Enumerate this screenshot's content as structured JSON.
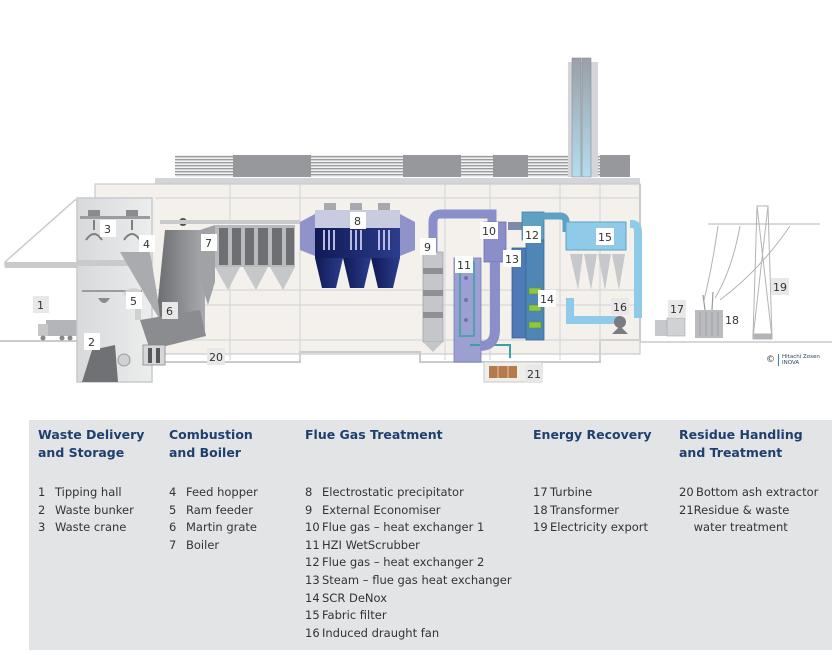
{
  "diagram": {
    "title": "Waste-to-energy plant cross-section",
    "callouts": [
      "1",
      "2",
      "3",
      "4",
      "5",
      "6",
      "7",
      "8",
      "9",
      "10",
      "11",
      "12",
      "13",
      "14",
      "15",
      "16",
      "17",
      "18",
      "19",
      "20",
      "21"
    ],
    "copyright": {
      "symbol": "©",
      "brand_line1": "Hitachi Zosen",
      "brand_line2": "INOVA"
    },
    "colors": {
      "heading": "#1f3f6e",
      "legend_bg": "#e3e4e6",
      "esp_dark": "#1d2a6b",
      "scrubber": "#8a8fc9",
      "heat_exchanger": "#4e86b5",
      "fabric_filter": "#8fcbe8",
      "denox_green": "#8dc63f",
      "residue_brown": "#b57a4c"
    }
  },
  "legend": {
    "columns": [
      {
        "heading_line1": "Waste Delivery",
        "heading_line2": "and Storage",
        "items": [
          {
            "num": "1",
            "label": "Tipping hall"
          },
          {
            "num": "2",
            "label": "Waste bunker"
          },
          {
            "num": "3",
            "label": "Waste crane"
          }
        ]
      },
      {
        "heading_line1": "Combustion",
        "heading_line2": "and Boiler",
        "items": [
          {
            "num": "4",
            "label": "Feed hopper"
          },
          {
            "num": "5",
            "label": "Ram feeder"
          },
          {
            "num": "6",
            "label": "Martin grate"
          },
          {
            "num": "7",
            "label": "Boiler"
          }
        ]
      },
      {
        "heading_line1": "Flue Gas Treatment",
        "heading_line2": "",
        "items": [
          {
            "num": "8",
            "label": "Electrostatic precipitator"
          },
          {
            "num": "9",
            "label": "External Economiser"
          },
          {
            "num": "10",
            "label": "Flue gas – heat exchanger 1"
          },
          {
            "num": "11",
            "label": "HZI WetScrubber"
          },
          {
            "num": "12",
            "label": "Flue gas – heat exchanger 2"
          },
          {
            "num": "13",
            "label": "Steam – flue gas heat exchanger"
          },
          {
            "num": "14",
            "label": "SCR DeNox"
          },
          {
            "num": "15",
            "label": "Fabric filter"
          },
          {
            "num": "16",
            "label": "Induced draught fan"
          }
        ]
      },
      {
        "heading_line1": "Energy Recovery",
        "heading_line2": "",
        "items": [
          {
            "num": "17",
            "label": "Turbine"
          },
          {
            "num": "18",
            "label": "Transformer"
          },
          {
            "num": "19",
            "label": "Electricity export"
          }
        ]
      },
      {
        "heading_line1": "Residue Handling",
        "heading_line2": "and Treatment",
        "items": [
          {
            "num": "20",
            "label": "Bottom ash extractor"
          },
          {
            "num": "21",
            "label": "Residue & waste water treatment"
          }
        ]
      }
    ]
  }
}
